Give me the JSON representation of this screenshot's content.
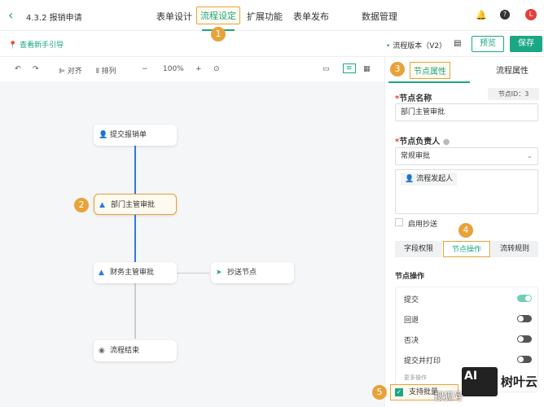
{
  "header": {
    "title": "4.3.2 报销申请",
    "nav": [
      "表单设计",
      "流程设定",
      "扩展功能",
      "表单发布",
      "数据管理"
    ],
    "active_nav": "流程设定",
    "avatar": "L"
  },
  "subbar": {
    "guide": "查看新手引导",
    "version": "流程版本（V2）",
    "preview": "预览",
    "save": "保存"
  },
  "toolbar": {
    "align": "对齐",
    "arrange": "排列",
    "zoom": "100%"
  },
  "flow": {
    "nodes": [
      "提交报销单",
      "部门主管审批",
      "财务主管审批",
      "抄送节点",
      "流程结束"
    ]
  },
  "panel": {
    "tabs": [
      "节点属性",
      "流程属性"
    ],
    "node_name_label": "节点名称",
    "node_id": "节点ID：3",
    "node_name": "部门主管审批",
    "owner_label": "节点负责人",
    "owner_type": "常规审批",
    "owner_tag": "流程发起人",
    "cc_label": "启用抄送",
    "segments": [
      "字段权限",
      "节点操作",
      "流转规则"
    ],
    "ops_title": "节点操作",
    "ops": [
      {
        "label": "提交",
        "on": true
      },
      {
        "label": "回退",
        "on": false
      },
      {
        "label": "否决",
        "on": false
      },
      {
        "label": "提交并打印",
        "on": false
      }
    ],
    "more": "更多操作",
    "batch": "支持批量"
  },
  "badges": [
    "1",
    "2",
    "3",
    "4",
    "5"
  ],
  "watermark": {
    "logo": "AI",
    "brand": "树叶云",
    "source": "搜狐号"
  },
  "colors": {
    "accent": "#1ba784",
    "highlight": "#e8a23a",
    "edge": "#2d7be0"
  }
}
